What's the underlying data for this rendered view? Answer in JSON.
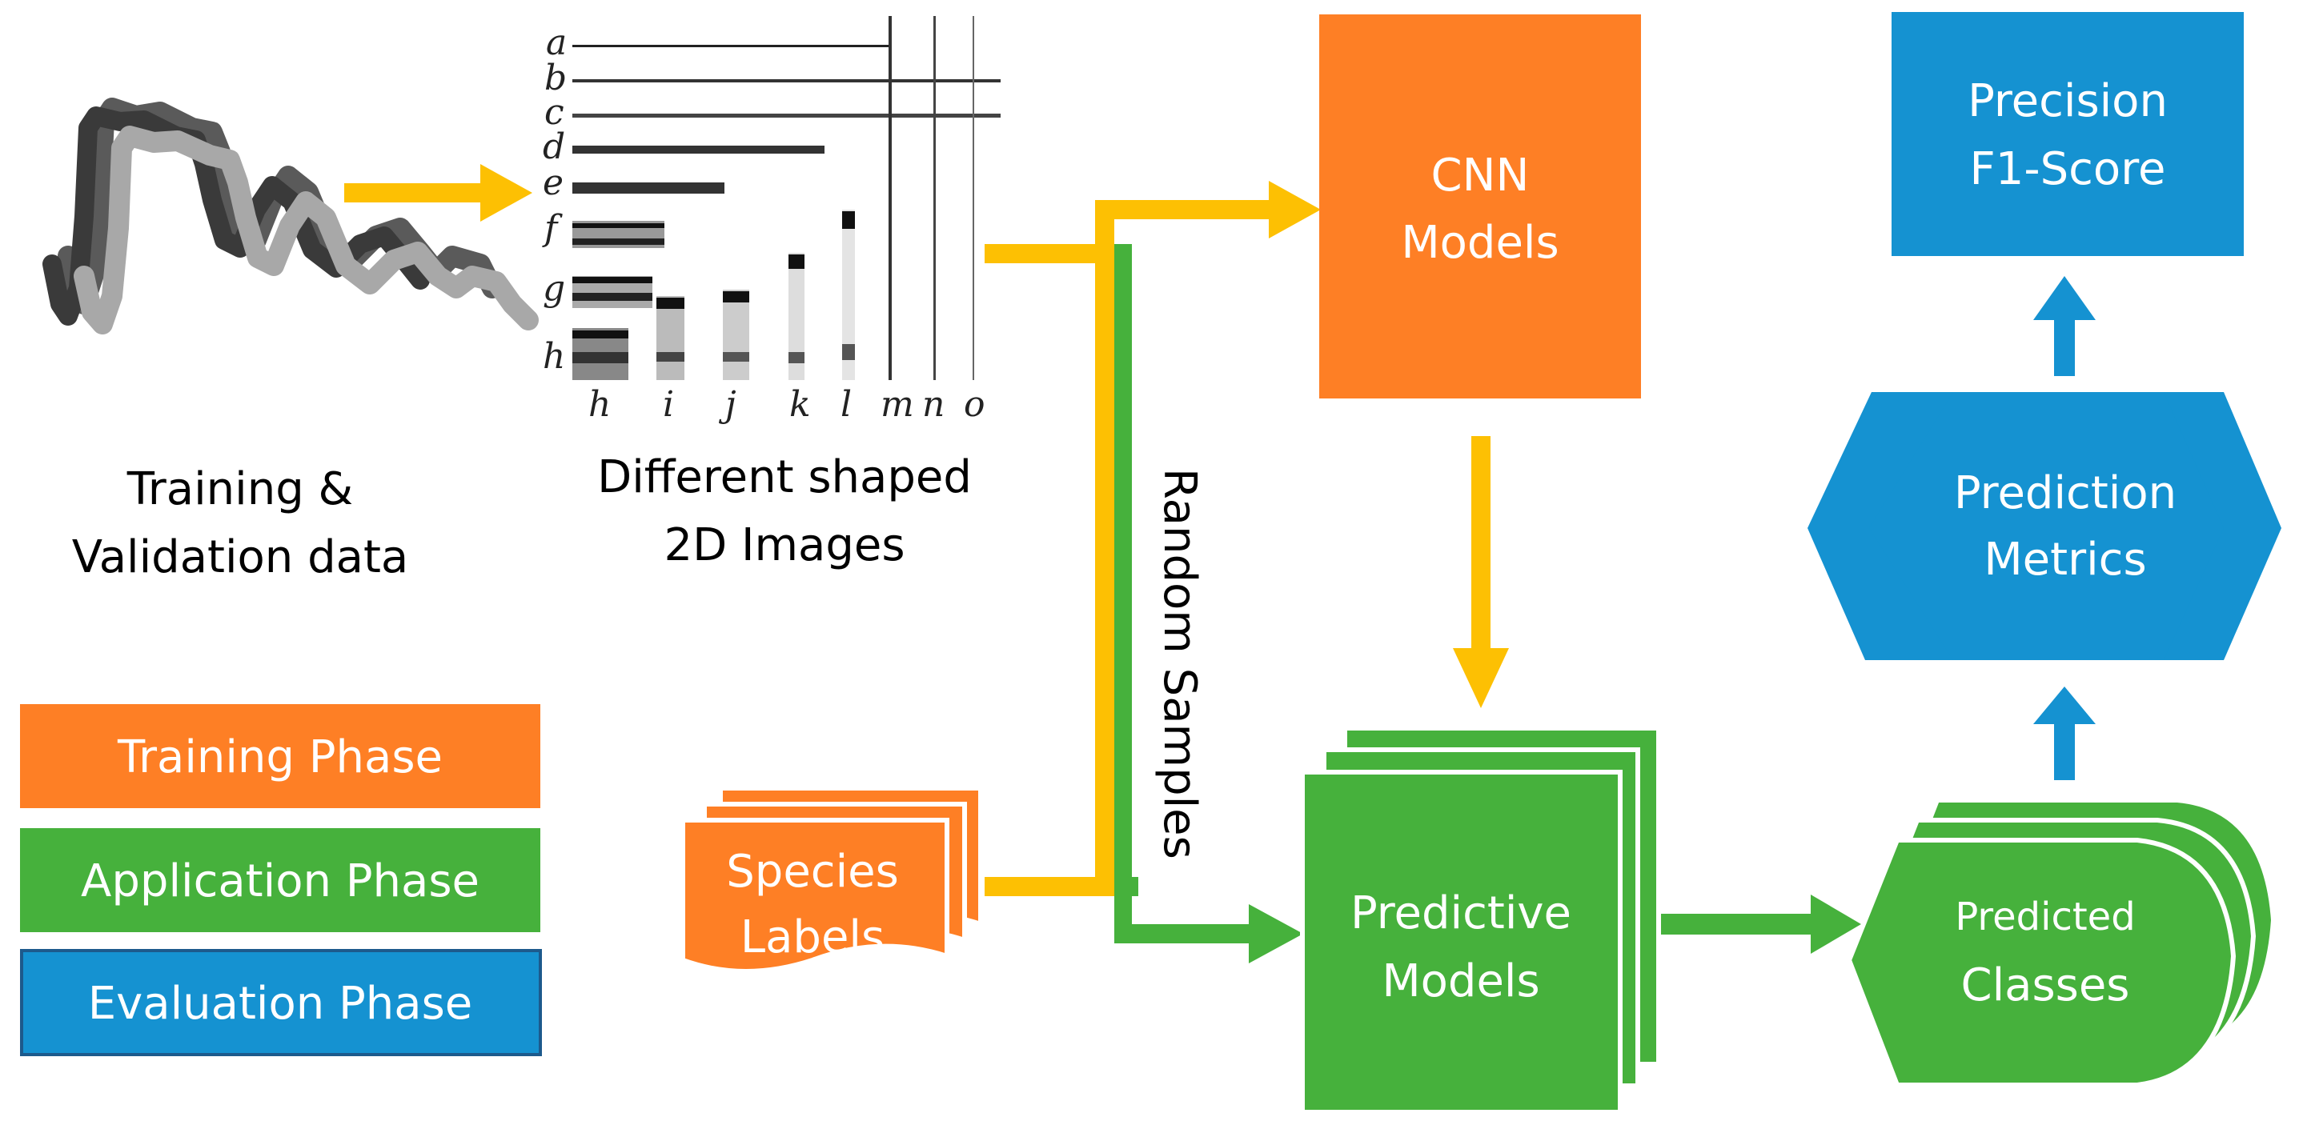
{
  "colors": {
    "training": "#fe7f25",
    "application": "#46b13c",
    "evaluation": "#1592d1",
    "arrow_yellow": "#fdc003",
    "legend_border_blue": "#1d5a8c"
  },
  "nodes": {
    "training_data": {
      "line1": "Training &",
      "line2": "Validation data"
    },
    "images_2d": {
      "line1": "Different shaped",
      "line2": "2D Images",
      "row_letters": [
        "a",
        "b",
        "c",
        "d",
        "e",
        "f",
        "g",
        "h"
      ],
      "col_letters": [
        "h",
        "i",
        "j",
        "k",
        "l",
        "m",
        "n",
        "o"
      ]
    },
    "cnn_models": {
      "line1": "CNN",
      "line2": "Models"
    },
    "species_labels": {
      "line1": "Species",
      "line2": "Labels"
    },
    "random_samples": {
      "label": "Random Samples"
    },
    "predictive_models": {
      "line1": "Predictive",
      "line2": "Models"
    },
    "predicted_classes": {
      "line1": "Predicted",
      "line2": "Classes"
    },
    "prediction_metrics": {
      "line1": "Prediction",
      "line2": "Metrics"
    },
    "precision_f1": {
      "line1": "Precision",
      "line2": "F1-Score"
    }
  },
  "legend": {
    "training": "Training Phase",
    "application": "Application Phase",
    "evaluation": "Evaluation Phase"
  }
}
